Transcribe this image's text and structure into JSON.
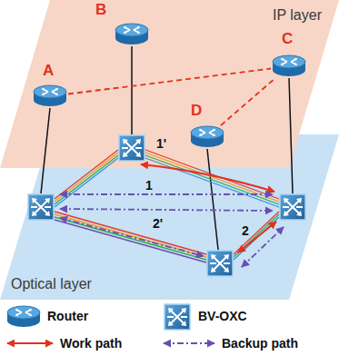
{
  "diagram": {
    "nodes": [
      {
        "text": [
          "IP layer"
        ]
      },
      {
        "text": [
          "A"
        ],
        "in": 0
      },
      {
        "text": [
          "B"
        ],
        "in": 0
      },
      {
        "text": [
          "C"
        ],
        "in": 0
      },
      {
        "text": [
          "D"
        ],
        "in": 0
      },
      {
        "text": [
          "Optical layer"
        ]
      }
    ],
    "edges": [
      {
        "from": 1,
        "to": 3,
        "arrow": "none"
      },
      {
        "from": 4,
        "to": 3,
        "arrow": "none"
      }
    ],
    "labels": [
      "1'",
      "1",
      "2'",
      "2"
    ],
    "legend": [
      {
        "text": "Router"
      },
      {
        "text": "BV-OXC"
      },
      {
        "text": "Work path"
      },
      {
        "text": "Backup path"
      }
    ]
  }
}
